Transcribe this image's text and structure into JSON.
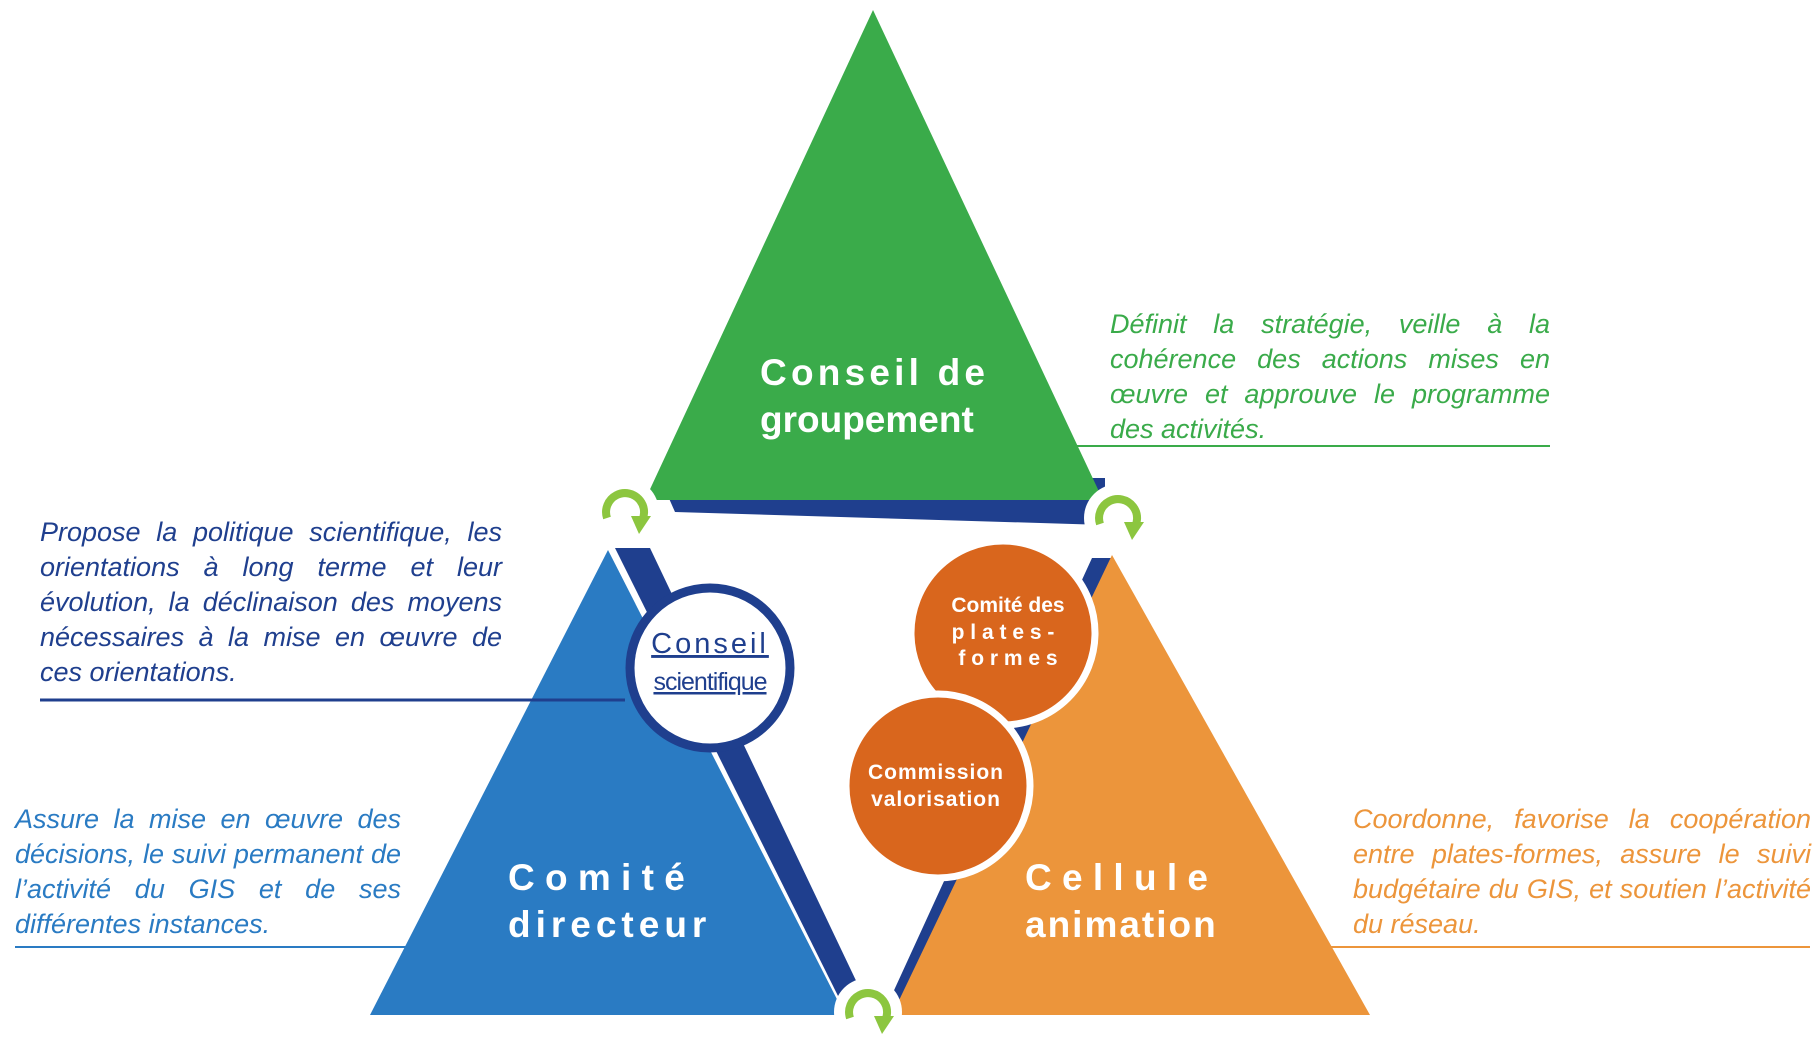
{
  "colors": {
    "green": "#3aab4a",
    "blue": "#2a7bc3",
    "navy": "#1f3f8e",
    "orange": "#ec953b",
    "dark_orange": "#d9661d",
    "green_text": "#3aab4a",
    "navy_text": "#1f3f8e",
    "blue_text": "#2a7bc3",
    "orange_text": "#ec953b"
  },
  "icons": [
    "cycle-arrow-icon"
  ],
  "triangles": {
    "top": {
      "line1": "Conseil de",
      "line2": "groupement"
    },
    "left": {
      "line1": "C o m i t é",
      "line2": "directeur"
    },
    "right": {
      "line1": "C e l l u l e",
      "line2": "animation"
    }
  },
  "circles": {
    "scientific": {
      "line1": "Conseil",
      "line2": "scientifique"
    },
    "platforms": {
      "line1": "Comité des",
      "line2": "p l a t e s -",
      "line3": "f o r m e s"
    },
    "valorisation": {
      "line1": "Commission",
      "line2": "valorisation"
    }
  },
  "descriptions": {
    "groupement": "Définit la stratégie, veille à la cohérence des actions mises en œuvre et approuve le programme des activités.",
    "scientifique": "Propose la politique scientifique, les orientations à long terme et leur évolution, la déclinaison des moyens nécessaires à la mise en œuvre de ces orientations.",
    "directeur": "Assure la mise en œuvre des décisions, le suivi permanent de l’activité du GIS et de ses différentes instances.",
    "animation": "Coordonne, favorise la coopération entre plates-formes, assure le suivi budgétaire du GIS, et soutien l’activité du réseau."
  }
}
